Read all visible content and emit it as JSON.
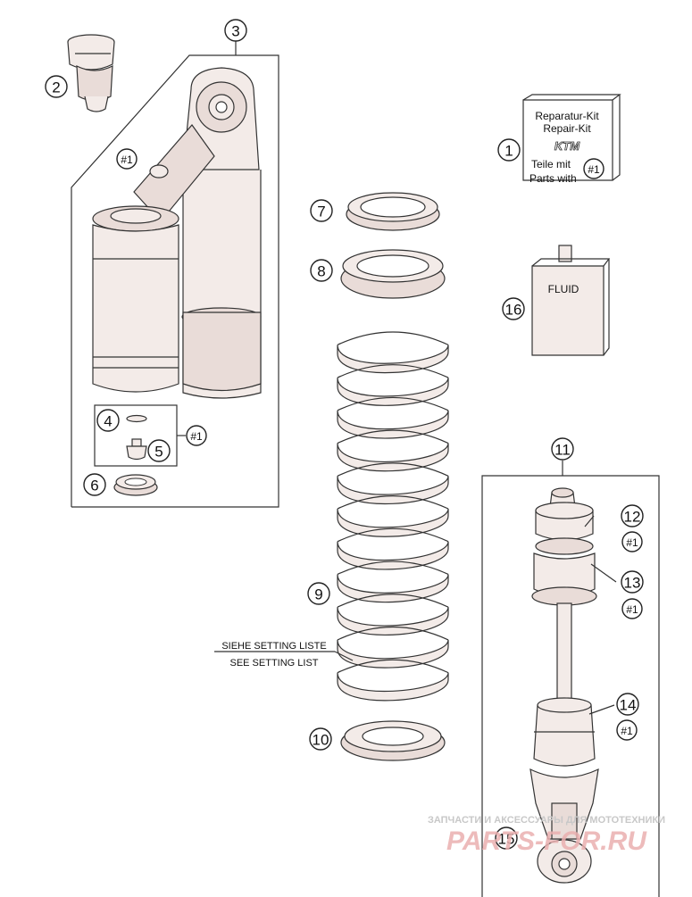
{
  "callouts": {
    "c1": "1",
    "c2": "2",
    "c3": "3",
    "c4": "4",
    "c5": "5",
    "c6": "6",
    "c7": "7",
    "c8": "8",
    "c9": "9",
    "c10": "10",
    "c11": "11",
    "c12": "12",
    "c13": "13",
    "c14": "14",
    "c15": "15",
    "c16": "16"
  },
  "kit_ref": "#1",
  "repair_kit": {
    "line1": "Reparatur-Kit",
    "line2": "Repair-Kit",
    "line3": "Teile mit",
    "line4": "Parts with",
    "logo": "KTM"
  },
  "fluid_label": "FLUID",
  "setting_note": {
    "line1": "SIEHE SETTING LISTE",
    "line2": "SEE SETTING LIST"
  },
  "watermark": {
    "caption": "ЗАПЧАСТИ И АКСЕССУАРЫ ДЛЯ МОТОТЕХНИКИ",
    "logo_text": "PARTS-FOR.RU"
  },
  "colors": {
    "line": "#333333",
    "part_fill": "#f2e9e6",
    "watermark_red": "#e8a0a0",
    "watermark_grey": "#c8c8c8"
  }
}
